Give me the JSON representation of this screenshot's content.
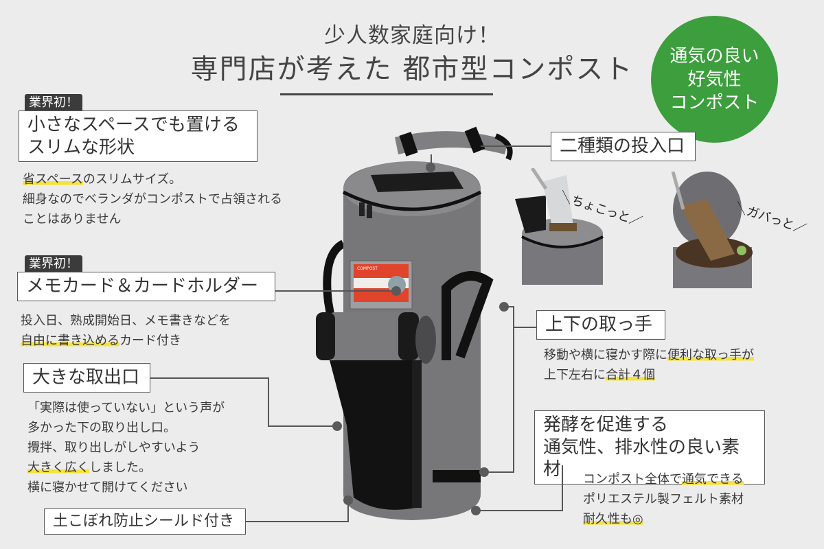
{
  "header": {
    "subtitle": "少人数家庭向け！",
    "title": "専門店が考えた 都市型コンポスト"
  },
  "badge": {
    "lines": [
      "通気の良い",
      "好気性",
      "コンポスト"
    ],
    "color": "#3c9e3c"
  },
  "features": {
    "slim": {
      "tag": "業界初！",
      "title_lines": [
        "小さなスペースでも置ける",
        "スリムな形状"
      ],
      "desc": {
        "line1_highlight": "省スペース",
        "line1_rest": "のスリムサイズ。",
        "line2": "細身なのでベランダがコンポストで占領される",
        "line3": "ことはありません"
      }
    },
    "memo_card": {
      "tag": "業界初！",
      "title": "メモカード＆カードホルダー",
      "desc": {
        "line1": "投入日、熟成開始日、メモ書きなどを",
        "line2_highlight": "自由に書き込める",
        "line2_rest": "カード付き"
      }
    },
    "outlet": {
      "title": "大きな取出口",
      "desc": {
        "line1": "「実際は使っていない」という声が",
        "line2": "多かった下の取り出し口。",
        "line3": "攪拌、取り出しがしやすいよう",
        "line4_highlight": "大きく広く",
        "line4_rest": "しました。",
        "line5": "横に寝かせて開けてください"
      }
    },
    "shield": {
      "title": "土こぼれ防止シールド付き"
    },
    "inlets": {
      "title": "二種類の投入口",
      "caption_small": "＼ちょこっと／",
      "caption_large": "＼ガバっと／"
    },
    "handles": {
      "title": "上下の取っ手",
      "desc": {
        "line1_pre": "移動や横に寝かす際に",
        "line1_highlight": "便利な取っ手が",
        "line2_pre": "上下左右に",
        "line2_highlight": "合計４個"
      }
    },
    "material": {
      "title_lines": [
        "発酵を促進する",
        "通気性、排水性の良い素材"
      ],
      "desc": {
        "line1_pre": "コンポスト全体で",
        "line1_highlight": "通気できる",
        "line2": "ポリエステル製フェルト素材",
        "line3_highlight": "耐久性も◎"
      }
    }
  },
  "product": {
    "card_label": "COMPOST",
    "felt_color": "#77777a",
    "highlight_color": "#f5e33a"
  }
}
